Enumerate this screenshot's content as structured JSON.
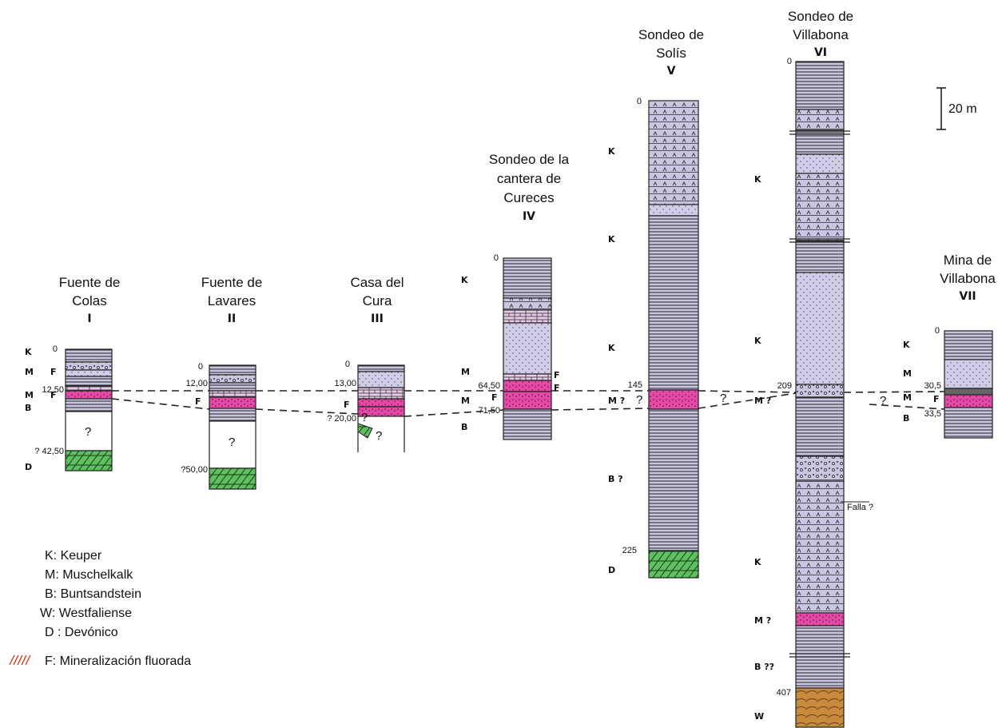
{
  "columns": [
    {
      "roman": "I",
      "title": [
        "Fuente de",
        "Colas"
      ]
    },
    {
      "roman": "II",
      "title": [
        "Fuente de",
        "Lavares"
      ]
    },
    {
      "roman": "III",
      "title": [
        "Casa del",
        "Cura"
      ]
    },
    {
      "roman": "IV",
      "title": [
        "Sondeo de la",
        "cantera de",
        "Cureces"
      ]
    },
    {
      "roman": "V",
      "title": [
        "Sondeo de",
        "Solís"
      ]
    },
    {
      "roman": "VI",
      "title": [
        "Sondeo de",
        "Villabona"
      ]
    },
    {
      "roman": "VII",
      "title": [
        "Mina de",
        "Villabona"
      ]
    }
  ],
  "depths": {
    "c1": [
      "0",
      "12,50",
      "? 42,50"
    ],
    "c2": [
      "0",
      "12,00",
      "?50,00"
    ],
    "c3": [
      "0",
      "13,00",
      "? 20,00"
    ],
    "c4": [
      "0",
      "64,50",
      "71,50"
    ],
    "c5": [
      "0",
      "145",
      "225"
    ],
    "c6": [
      "0",
      "209",
      "407"
    ],
    "c7": [
      "0",
      "30,5",
      "33,5"
    ]
  },
  "units": {
    "c1": [
      "K",
      "M",
      "F",
      "M",
      "F",
      "B",
      "D"
    ],
    "c2": [
      "F"
    ],
    "c3": [
      "F"
    ],
    "c4": [
      "K",
      "M",
      "F",
      "F",
      "M",
      "F",
      "M",
      "B"
    ],
    "c5": [
      "K",
      "K",
      "K",
      "M ?",
      "B ?",
      "D"
    ],
    "c6": [
      "K",
      "K",
      "M ?",
      "K",
      "M ?",
      "B ??",
      "W"
    ],
    "c7": [
      "K",
      "M",
      "M",
      "F",
      "B"
    ]
  },
  "question_marks": [
    "?",
    "?",
    "?",
    "?",
    "?",
    "?",
    "?",
    "?",
    "?"
  ],
  "fault_label": "Falla ?",
  "scale_label": "20 m",
  "legend": [
    "K:  Keuper",
    "M:  Muschelkalk",
    "B:  Buntsandstein",
    "W:  Westfaliense",
    "D : Devónico",
    "F: Mineralización fluorada"
  ],
  "colors": {
    "keuper": "#c9c6e3",
    "muschelkalk": "#e6c9e6",
    "fluor": "#e24aa6",
    "devonico": "#5fc05f",
    "westfaliense": "#c88a3c",
    "lines": "#222222"
  }
}
